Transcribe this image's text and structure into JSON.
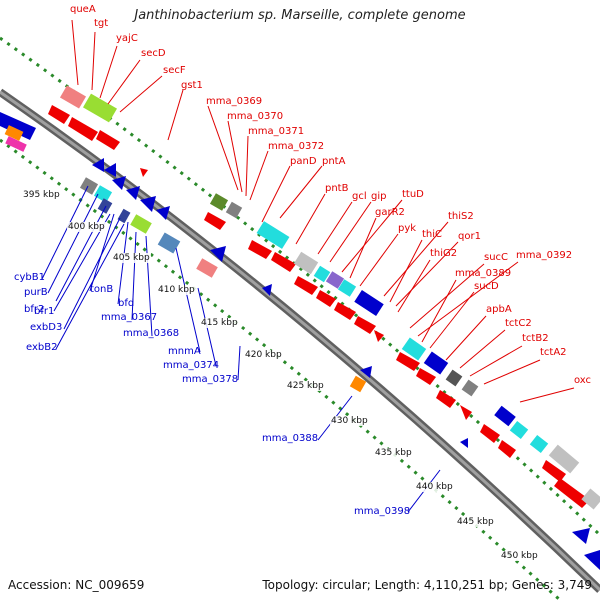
{
  "title": "Janthinobacterium sp. Marseille, complete genome",
  "footer": {
    "accession": "Accession: NC_009659",
    "summary": "Topology: circular; Length: 4,110,251 bp; Genes: 3,749"
  },
  "colors": {
    "forward_label": "#e00000",
    "reverse_label": "#0000cc",
    "backbone": "#808080",
    "ticks": "#2a8a2a"
  },
  "kbp_ticks": [
    "395 kbp",
    "400 kbp",
    "405 kbp",
    "410 kbp",
    "415 kbp",
    "420 kbp",
    "425 kbp",
    "430 kbp",
    "435 kbp",
    "440 kbp",
    "445 kbp",
    "450 kbp"
  ],
  "forward_genes": [
    "queA",
    "tgt",
    "yajC",
    "secD",
    "secF",
    "gst1",
    "mma_0369",
    "mma_0370",
    "mma_0371",
    "mma_0372",
    "panD",
    "pntA",
    "pntB",
    "gcl",
    "gip",
    "ttuD",
    "garR2",
    "pyk",
    "thiS2",
    "thiC",
    "qor1",
    "thiG2",
    "sucC",
    "mma_0392",
    "mma_0389",
    "sucD",
    "apbA",
    "tctC2",
    "tctB2",
    "tctA2",
    "oxc"
  ],
  "reverse_genes": [
    "cybB1",
    "purB",
    "bfr2",
    "tonB",
    "bfr1",
    "bfd",
    "exbD3",
    "mma_0367",
    "exbB2",
    "mma_0368",
    "mnmA",
    "mma_0374",
    "mma_0378",
    "mma_0388",
    "mma_0398"
  ]
}
